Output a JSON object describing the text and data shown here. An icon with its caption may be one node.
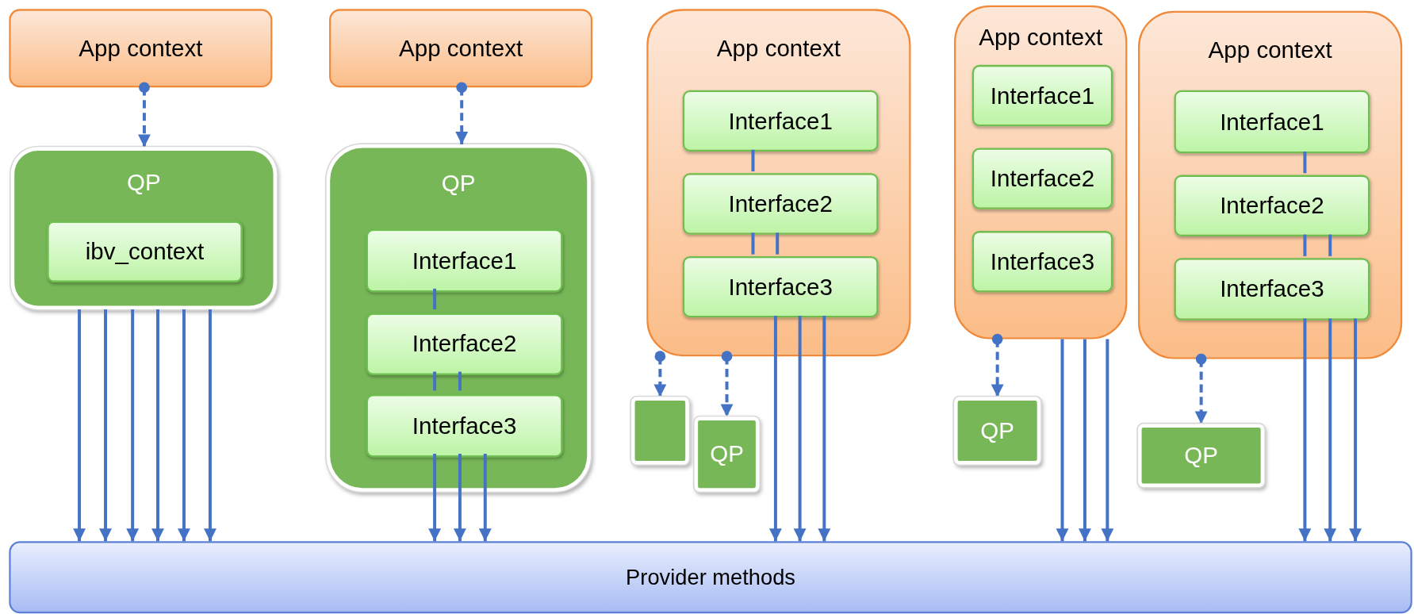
{
  "diagram": {
    "nodes": [
      {
        "text": [
          "App context"
        ]
      },
      {
        "text": [
          "QP"
        ]
      },
      {
        "text": [
          "ibv_context"
        ],
        "in": 1
      },
      {
        "text": [
          "App context"
        ]
      },
      {
        "text": [
          "QP"
        ]
      },
      {
        "text": [
          "Interface1"
        ],
        "in": 4
      },
      {
        "text": [
          "Interface2"
        ],
        "in": 4
      },
      {
        "text": [
          "Interface3"
        ],
        "in": 4
      },
      {
        "text": [
          "App context"
        ]
      },
      {
        "text": [
          "Interface1"
        ],
        "in": 8
      },
      {
        "text": [
          "Interface2"
        ],
        "in": 8
      },
      {
        "text": [
          "Interface3"
        ],
        "in": 8
      },
      {
        "text": [],
        "shape": "box"
      },
      {
        "text": [
          "QP"
        ]
      },
      {
        "text": [
          "App context"
        ]
      },
      {
        "text": [
          "Interface1"
        ],
        "in": 14
      },
      {
        "text": [
          "Interface2"
        ],
        "in": 14
      },
      {
        "text": [
          "Interface3"
        ],
        "in": 14
      },
      {
        "text": [
          "App context"
        ]
      },
      {
        "text": [
          "Interface1"
        ],
        "in": 18
      },
      {
        "text": [
          "Interface2"
        ],
        "in": 18
      },
      {
        "text": [
          "Interface3"
        ],
        "in": 18
      },
      {
        "text": [
          "QP"
        ]
      },
      {
        "text": [
          "QP"
        ]
      },
      {
        "text": [
          "Provider methods"
        ]
      }
    ],
    "edges": [
      {
        "from": 0,
        "to": 1,
        "arrow": "to",
        "style": "dashed"
      },
      {
        "from": 1,
        "to": 24,
        "arrow": "to"
      },
      {
        "from": 1,
        "to": 24,
        "arrow": "to"
      },
      {
        "from": 1,
        "to": 24,
        "arrow": "to"
      },
      {
        "from": 1,
        "to": 24,
        "arrow": "to"
      },
      {
        "from": 1,
        "to": 24,
        "arrow": "to"
      },
      {
        "from": 1,
        "to": 24,
        "arrow": "to"
      },
      {
        "from": 3,
        "to": 4,
        "arrow": "to",
        "style": "dashed"
      },
      {
        "from": 5,
        "to": 6,
        "arrow": "none"
      },
      {
        "from": 6,
        "to": 7,
        "arrow": "none"
      },
      {
        "from": 6,
        "to": 7,
        "arrow": "none"
      },
      {
        "from": 7,
        "to": 24,
        "arrow": "to"
      },
      {
        "from": 7,
        "to": 24,
        "arrow": "to"
      },
      {
        "from": 7,
        "to": 24,
        "arrow": "to"
      },
      {
        "from": 9,
        "to": 10,
        "arrow": "none"
      },
      {
        "from": 10,
        "to": 11,
        "arrow": "none"
      },
      {
        "from": 10,
        "to": 11,
        "arrow": "none"
      },
      {
        "from": 11,
        "to": 24,
        "arrow": "to"
      },
      {
        "from": 11,
        "to": 24,
        "arrow": "to"
      },
      {
        "from": 11,
        "to": 24,
        "arrow": "to"
      },
      {
        "from": 8,
        "to": 12,
        "arrow": "to",
        "style": "dashed"
      },
      {
        "from": 8,
        "to": 13,
        "arrow": "to",
        "style": "dashed"
      },
      {
        "from": 14,
        "to": 22,
        "arrow": "to",
        "style": "dashed"
      },
      {
        "from": 14,
        "to": 24,
        "arrow": "to"
      },
      {
        "from": 14,
        "to": 24,
        "arrow": "to"
      },
      {
        "from": 14,
        "to": 24,
        "arrow": "to"
      },
      {
        "from": 18,
        "to": 23,
        "arrow": "to",
        "style": "dashed"
      },
      {
        "from": 19,
        "to": 20,
        "arrow": "none"
      },
      {
        "from": 20,
        "to": 21,
        "arrow": "none"
      },
      {
        "from": 20,
        "to": 21,
        "arrow": "none"
      },
      {
        "from": 21,
        "to": 24,
        "arrow": "to"
      },
      {
        "from": 21,
        "to": 24,
        "arrow": "to"
      },
      {
        "from": 21,
        "to": 24,
        "arrow": "to"
      }
    ]
  }
}
